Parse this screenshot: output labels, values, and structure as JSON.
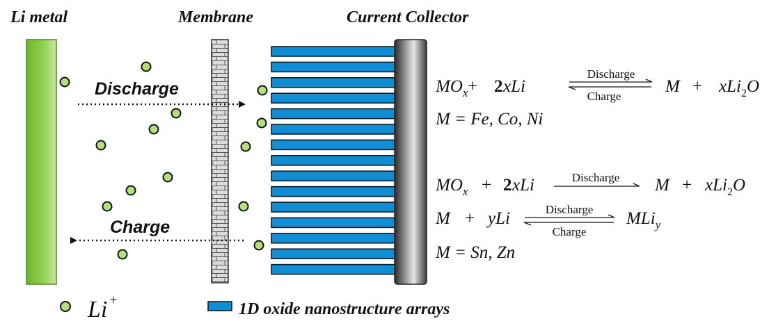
{
  "headers": {
    "li_metal": "Li metal",
    "membrane": "Membrane",
    "collector": "Current Collector"
  },
  "labels": {
    "discharge": "Discharge",
    "charge": "Charge"
  },
  "legend": {
    "ion_text": "Li",
    "ion_sup": "+",
    "array_text": "1D oxide nanostructure arrays"
  },
  "equations": {
    "eq1": {
      "lhs_a": "MO",
      "lhs_a_sub": "x",
      "plus1": "+",
      "coef": "2",
      "lhs_b": "xLi",
      "arrow_top": "Discharge",
      "arrow_bottom": "Charge",
      "rhs_a": "M",
      "plus2": "+",
      "rhs_b": "xLi",
      "rhs_b_sub": "2",
      "rhs_b_tail": "O"
    },
    "m1": "M = Fe, Co, Ni",
    "eq2": {
      "lhs_a": "MO",
      "lhs_a_sub": "x",
      "plus1": "+",
      "coef": "2",
      "lhs_b": "xLi",
      "arrow_top": "Discharge",
      "rhs_a": "M",
      "plus2": "+",
      "rhs_b": "xLi",
      "rhs_b_sub": "2",
      "rhs_b_tail": "O"
    },
    "eq3": {
      "lhs_a": "M",
      "plus1": "+",
      "lhs_b": "yLi",
      "arrow_top": "Discharge",
      "arrow_bottom": "Charge",
      "rhs_a": "MLi",
      "rhs_a_sub": "y"
    },
    "m2": "M = Sn, Zn"
  },
  "colors": {
    "li_metal": "#7cc242",
    "ion_fill": "#b4e07a",
    "nanorod": "#0e8ed4",
    "brick": "#d9d9d9"
  }
}
